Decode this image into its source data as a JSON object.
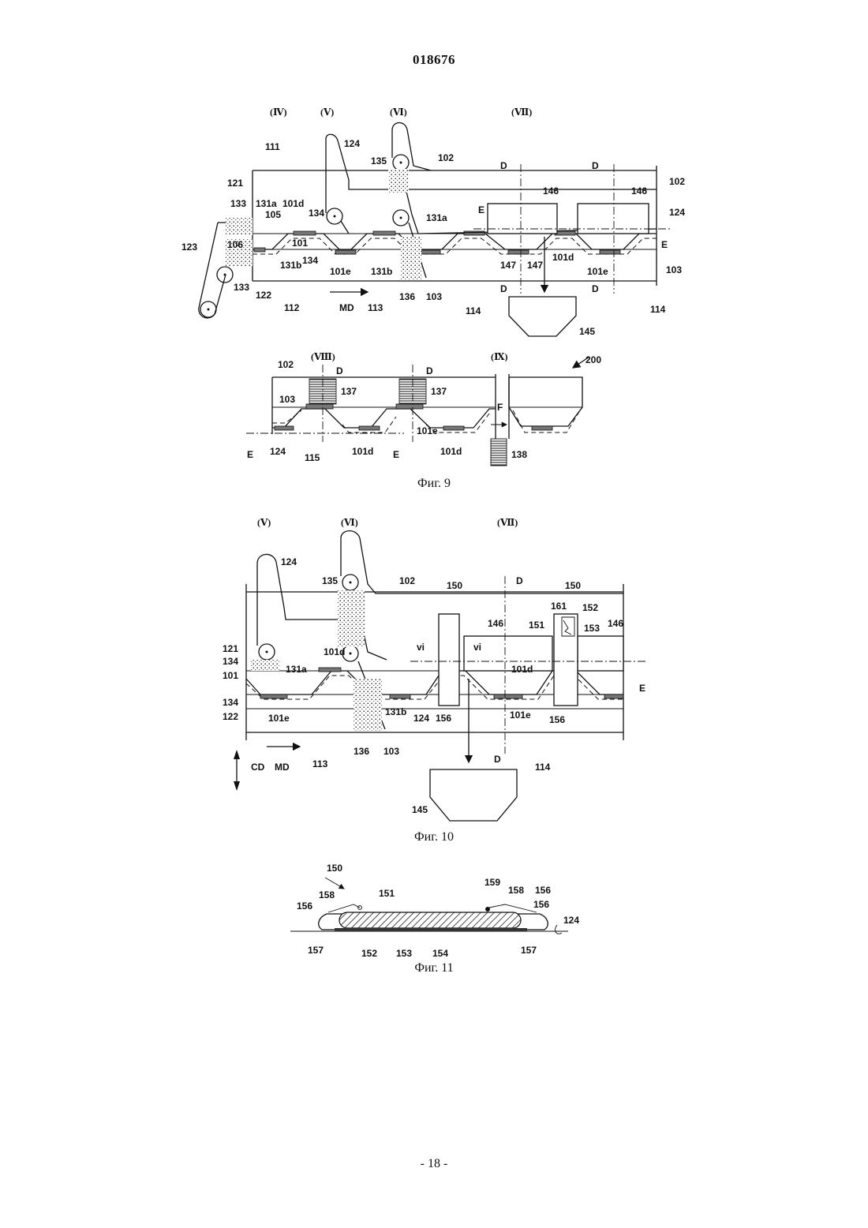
{
  "document_number": "018676",
  "page_number": "- 18 -",
  "figures": {
    "fig9": {
      "caption": "Фиг. 9",
      "stations": [
        "(Ⅳ)",
        "(Ⅴ)",
        "(Ⅵ)",
        "(Ⅶ)"
      ],
      "stations_lower": [
        "(Ⅷ)",
        "(Ⅸ)"
      ],
      "labels": {
        "l111": "111",
        "l124a": "124",
        "l135": "135",
        "l102a": "102",
        "lD1": "D",
        "lD2": "D",
        "l102b": "102",
        "l121": "121",
        "l133a": "133",
        "l131a_1": "131a",
        "l101d_1": "101d",
        "l134a": "134",
        "l146a": "146",
        "l146b": "146",
        "l124b": "124",
        "l105": "105",
        "l131a_2": "131a",
        "lE1": "E",
        "lE2": "E",
        "l123": "123",
        "l106": "106",
        "l101": "101",
        "l134b": "134",
        "l101e_1": "101e",
        "l131b_1": "131b",
        "l131b_2": "131b",
        "l147a": "147",
        "l147b": "147",
        "l101d_2": "101d",
        "l101e_2": "101e",
        "l103a": "103",
        "l133b": "133",
        "l122": "122",
        "l136": "136",
        "l103b": "103",
        "lD3": "D",
        "lD4": "D",
        "l112": "112",
        "lMD": "MD",
        "l113": "113",
        "l114a": "114",
        "l114b": "114",
        "l145": "145",
        "l200": "200",
        "l102c": "102",
        "lD5": "D",
        "lD6": "D",
        "l103c": "103",
        "l137a": "137",
        "l137b": "137",
        "lF": "F",
        "l101e_3": "101e",
        "lE3": "E",
        "l124c": "124",
        "l115": "115",
        "l101d_3": "101d",
        "lE4": "E",
        "l101d_4": "101d",
        "l138": "138"
      }
    },
    "fig10": {
      "caption": "Фиг. 10",
      "stations": [
        "(Ⅴ)",
        "(Ⅵ)",
        "(Ⅶ)"
      ],
      "labels": {
        "l124a": "124",
        "l135": "135",
        "l102": "102",
        "l150a": "150",
        "lD1": "D",
        "l150b": "150",
        "l161": "161",
        "l152": "152",
        "l151": "151",
        "l153": "153",
        "l146a": "146",
        "l146b": "146",
        "l121": "121",
        "l134a": "134",
        "l101d_1": "101d",
        "lvi1": "vi",
        "lvi2": "vi",
        "l131a": "131a",
        "l101": "101",
        "l101d_2": "101d",
        "lE": "E",
        "l134b": "134",
        "l122": "122",
        "l101e_1": "101e",
        "l131b": "131b",
        "l124b": "124",
        "l156a": "156",
        "l101e_2": "101e",
        "l156b": "156",
        "l136": "136",
        "l103": "103",
        "lCD": "CD",
        "lMD": "MD",
        "l113": "113",
        "lD2": "D",
        "l114": "114",
        "l145": "145"
      }
    },
    "fig11": {
      "caption": "Фиг. 11",
      "labels": {
        "l150": "150",
        "l159": "159",
        "l158a": "158",
        "l151": "151",
        "l158b": "158",
        "l156a": "156",
        "l156b": "156",
        "l156c": "156",
        "l124": "124",
        "l157a": "157",
        "l152": "152",
        "l153": "153",
        "l154": "154",
        "l157b": "157"
      }
    }
  }
}
